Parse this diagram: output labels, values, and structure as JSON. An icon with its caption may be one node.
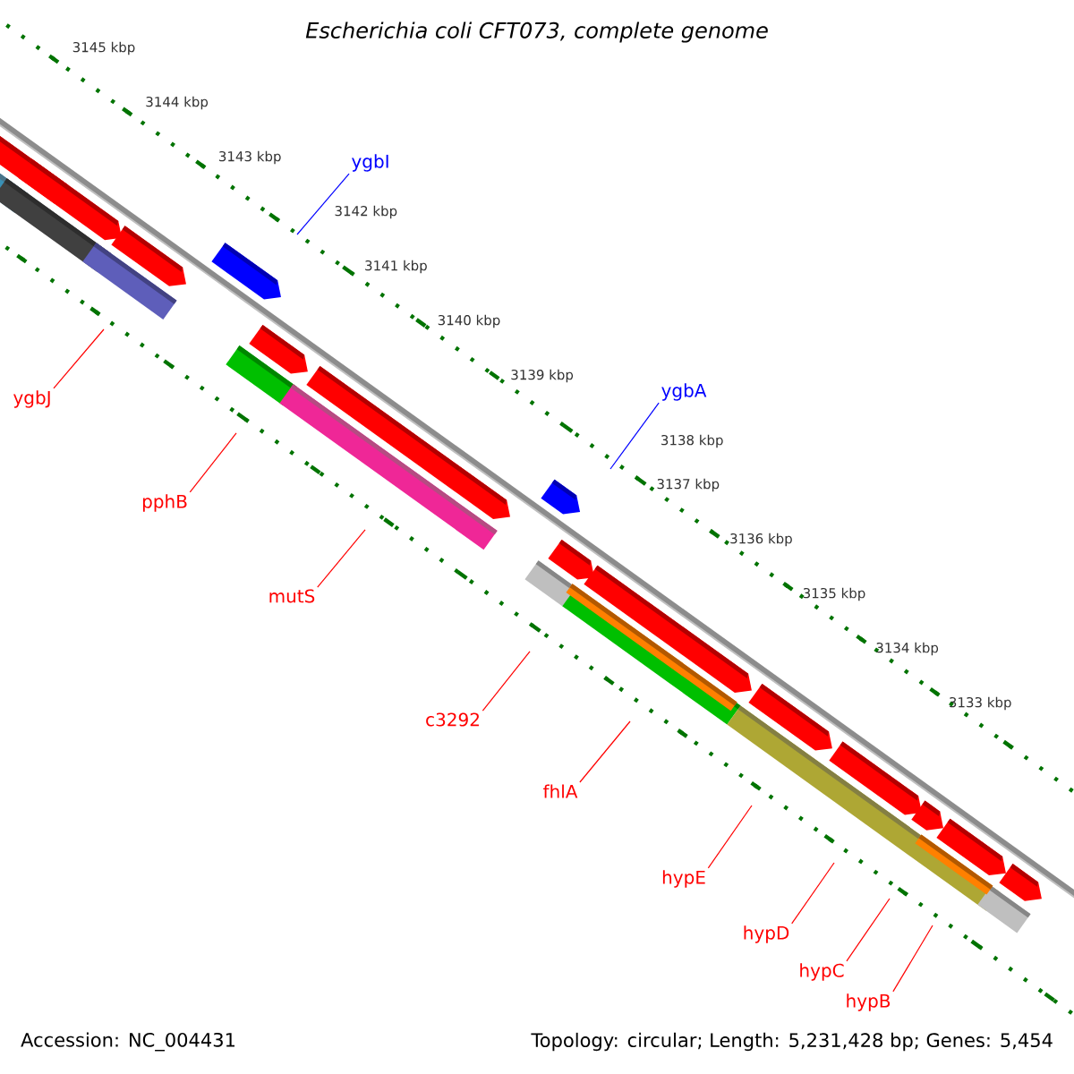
{
  "diagram": {
    "title": "Escherichia coli CFT073, complete genome",
    "nodes": [
      {
        "text": [
          "ygbI"
        ]
      },
      {
        "text": [
          "ygbA"
        ]
      },
      {
        "text": [
          "ygbJ"
        ]
      },
      {
        "text": [
          "pphB"
        ]
      },
      {
        "text": [
          "mutS"
        ]
      },
      {
        "text": [
          "c3292"
        ]
      },
      {
        "text": [
          "fhlA"
        ]
      },
      {
        "text": [
          "hypE"
        ]
      },
      {
        "text": [
          "hypD"
        ]
      },
      {
        "text": [
          "hypC"
        ]
      },
      {
        "text": [
          "hypB"
        ]
      }
    ],
    "edges": [
      {
        "from": 0,
        "to": null,
        "arrow": "none",
        "color": "#0000ff"
      },
      {
        "from": 1,
        "to": null,
        "arrow": "none",
        "color": "#0000ff"
      },
      {
        "from": 2,
        "to": null,
        "arrow": "none"
      },
      {
        "from": 3,
        "to": null,
        "arrow": "none"
      },
      {
        "from": 4,
        "to": null,
        "arrow": "none"
      },
      {
        "from": 5,
        "to": null,
        "arrow": "none"
      },
      {
        "from": 6,
        "to": null,
        "arrow": "none"
      },
      {
        "from": 7,
        "to": null,
        "arrow": "none"
      },
      {
        "from": 8,
        "to": null,
        "arrow": "none"
      },
      {
        "from": 9,
        "to": null,
        "arrow": "none"
      },
      {
        "from": 10,
        "to": null,
        "arrow": "none"
      }
    ],
    "labels": [
      "3145 kbp",
      "3144 kbp",
      "3143 kbp",
      "3142 kbp",
      "3141 kbp",
      "3140 kbp",
      "3139 kbp",
      "3138 kbp",
      "3137 kbp",
      "3136 kbp",
      "3135 kbp",
      "3134 kbp",
      "3133 kbp",
      "Accession: NC_004431",
      "Topology: circular; Length: 5,231,428 bp; Genes: 5,454"
    ]
  }
}
